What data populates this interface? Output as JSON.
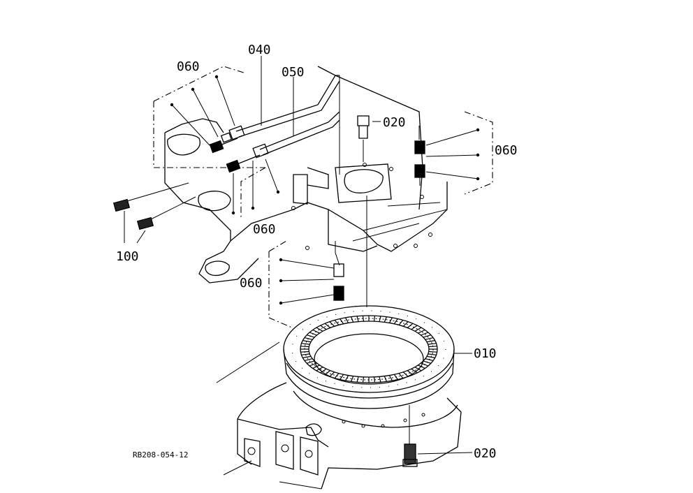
{
  "labels": {
    "p040": "040",
    "p050": "050",
    "p060_top": "060",
    "p020_top": "020",
    "p060_right": "060",
    "p060_mid": "060",
    "p100": "100",
    "p060_left": "060",
    "p010": "010",
    "p020_bottom": "020"
  },
  "reference_code": "RB208-054-12",
  "colors": {
    "ink": "#000000",
    "paper": "#ffffff"
  }
}
